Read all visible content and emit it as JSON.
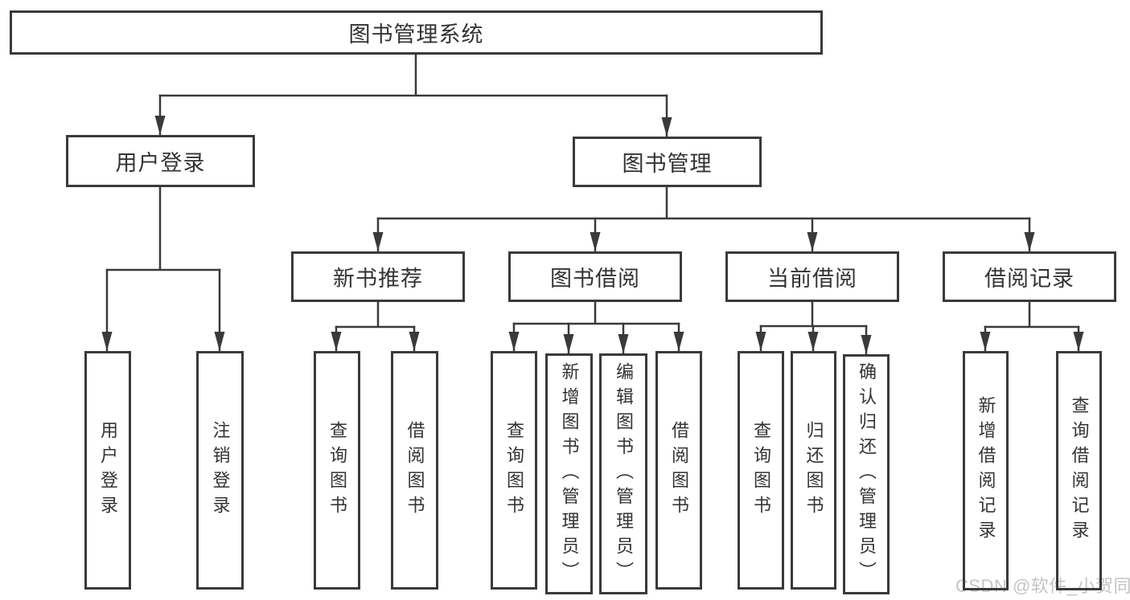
{
  "nodes": {
    "root": "图书管理系统",
    "user_login": "用户登录",
    "book_management": "图书管理",
    "new_book_recommend": "新书推荐",
    "book_borrow": "图书借阅",
    "current_borrow": "当前借阅",
    "borrow_records": "借阅记录"
  },
  "leaves": {
    "user_login": "用户登录",
    "logout": "注销登录",
    "recommend_query_books": "查询图书",
    "recommend_borrow_books": "借阅图书",
    "borrow_query_books": "查询图书",
    "borrow_add_book_admin": "新增图书（管理员）",
    "borrow_edit_book_admin": "编辑图书（管理员）",
    "borrow_borrow_books": "借阅图书",
    "current_query_books": "查询图书",
    "current_return_books": "归还图书",
    "current_confirm_return_admin": "确认归还（管理员）",
    "records_add_record": "新增借阅记录",
    "records_query_record": "查询借阅记录"
  },
  "watermark": "CSDN @软件_小贺同学",
  "colors": {
    "line": "#3a3a3a",
    "text": "#333333",
    "background": "#ffffff",
    "watermark": "#c4c4c4"
  }
}
